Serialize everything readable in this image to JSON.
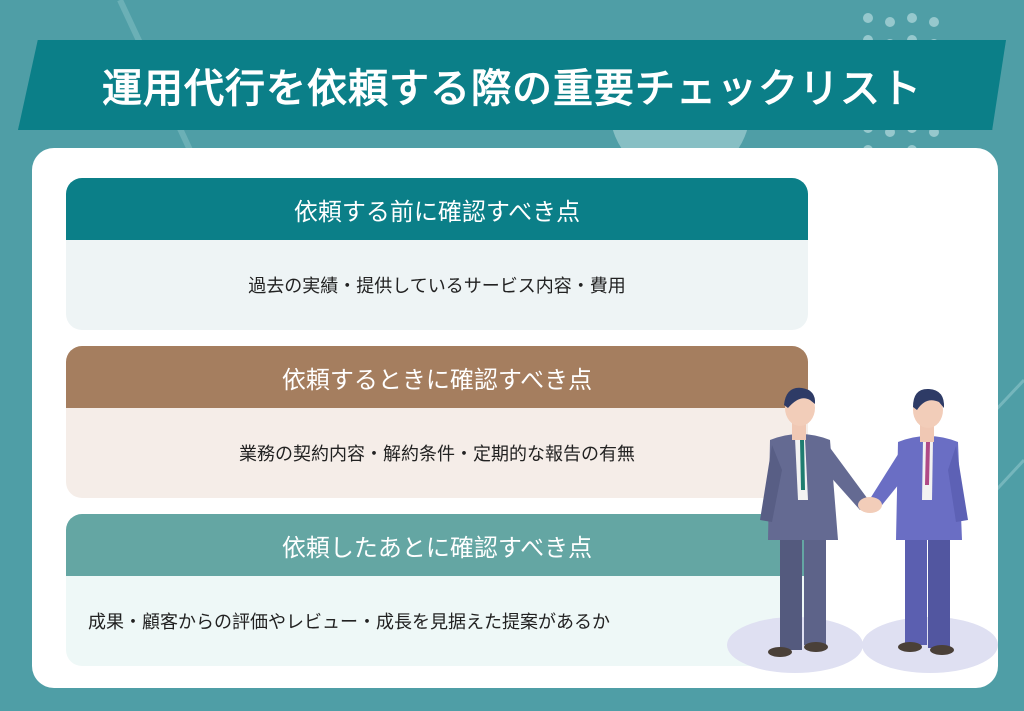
{
  "title": "運用代行を依頼する際の重要チェックリスト",
  "colors": {
    "background": "#4f9ea6",
    "banner": "#0b7f88",
    "section1": "#0b7f88",
    "section2": "#a57e5f",
    "section3": "#64a6a3"
  },
  "sections": [
    {
      "heading": "依頼する前に確認すべき点",
      "body": "過去の実績・提供しているサービス内容・費用"
    },
    {
      "heading": "依頼するときに確認すべき点",
      "body": "業務の契約内容・解約条件・定期的な報告の有無"
    },
    {
      "heading": "依頼したあとに確認すべき点",
      "body": "成果・顧客からの評価やレビュー・成長を見据えた提案があるか"
    }
  ],
  "illustration": "two-businessmen-handshake"
}
